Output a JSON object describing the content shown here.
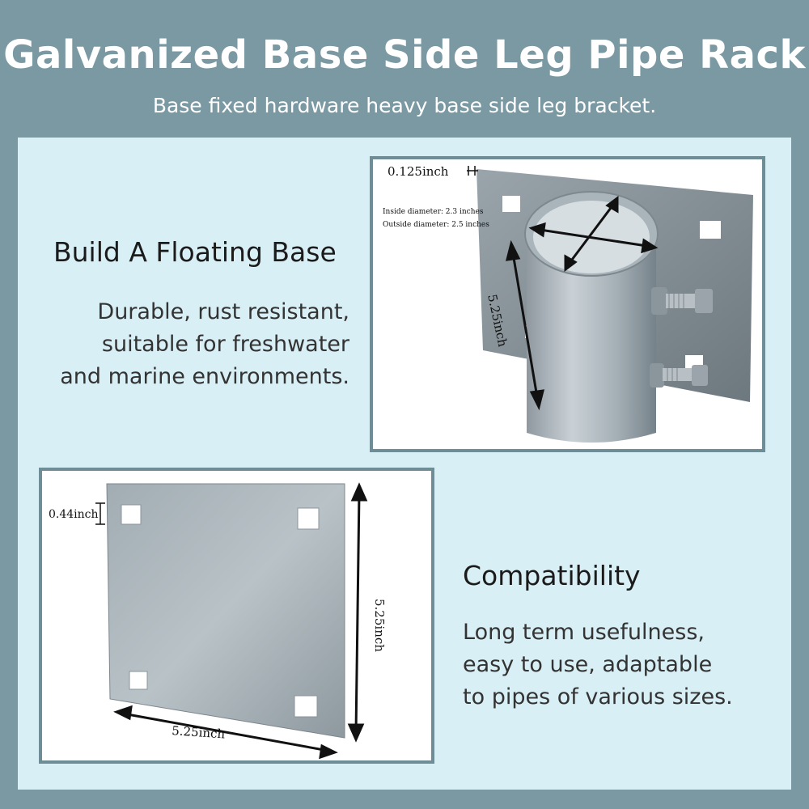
{
  "header": {
    "title": "Galvanized Base Side Leg Pipe Rack",
    "subtitle": "Base fixed hardware heavy base side leg bracket."
  },
  "section_floating": {
    "heading": "Build A Floating Base",
    "body_lines": [
      "Durable, rust resistant,",
      "suitable for freshwater",
      "and marine environments."
    ]
  },
  "section_compat": {
    "heading": "Compatibility",
    "body_lines": [
      "Long term usefulness,",
      "easy to use, adaptable",
      "to pipes of various sizes."
    ]
  },
  "photo_bracket": {
    "thickness_label": "0.125inch",
    "inside_diameter": "Inside diameter: 2.3 inches",
    "outside_diameter": "Outside diameter: 2.5 inches",
    "height_label": "5.25inch"
  },
  "photo_plate": {
    "slot_label": "0.44inch",
    "height_label": "5.25inch",
    "width_label": "5.25inch"
  },
  "colors": {
    "background": "#7a99a3",
    "panel": "#d8eff5",
    "metal": "#b9c3c9"
  }
}
